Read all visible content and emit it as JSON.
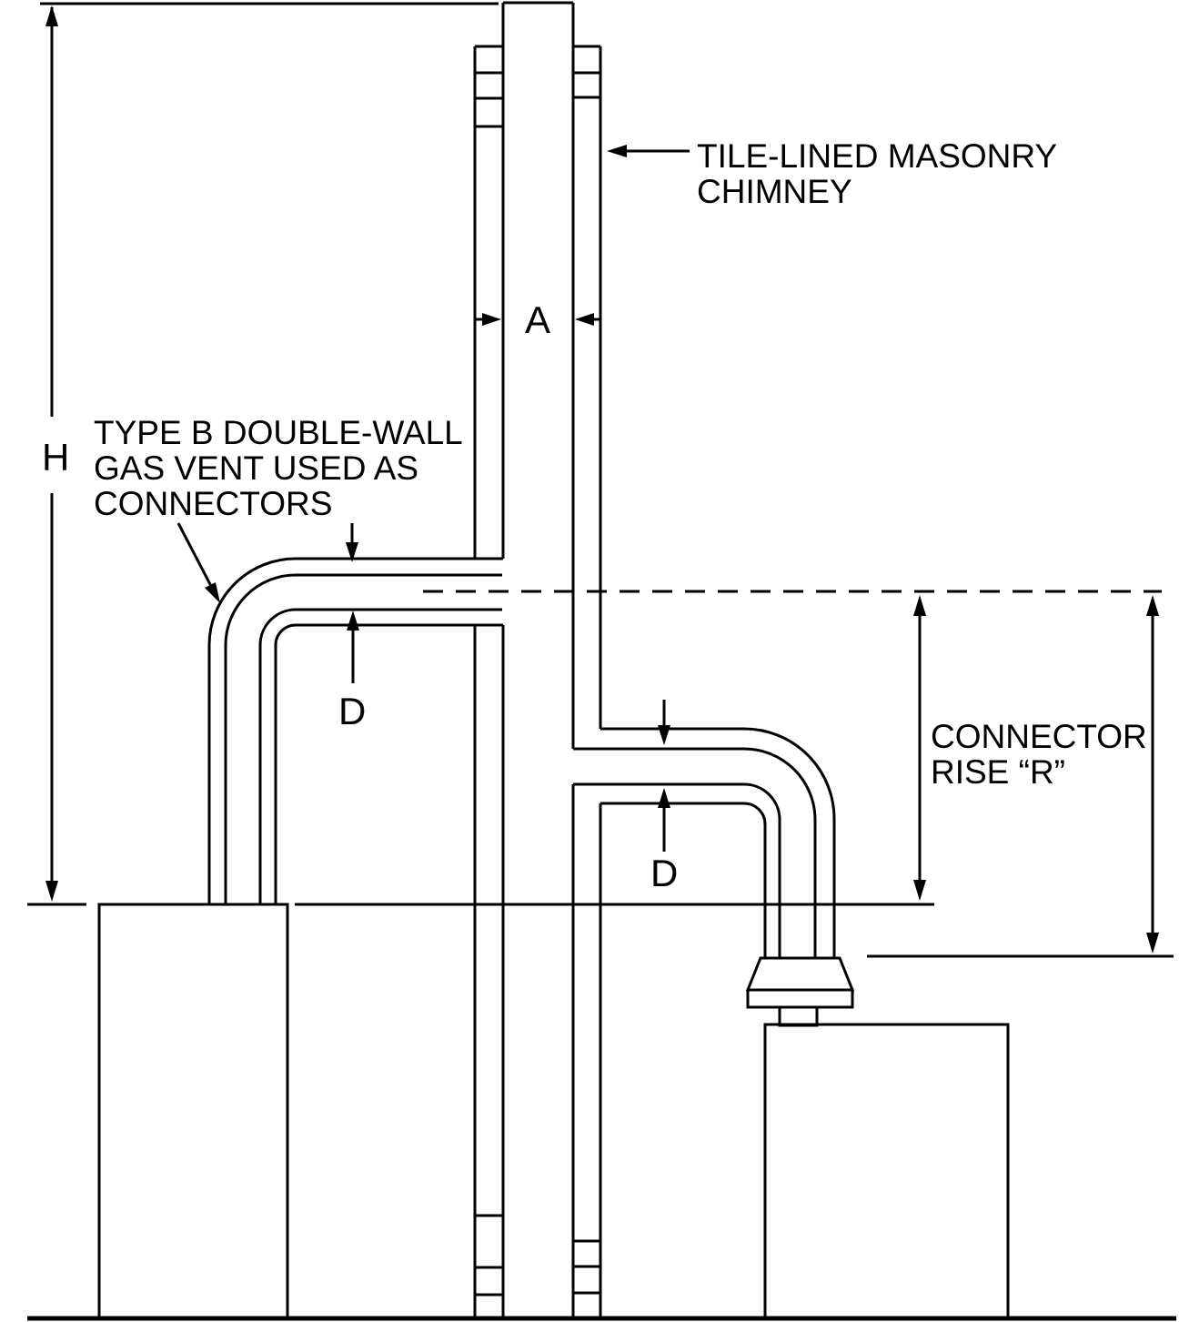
{
  "colors": {
    "background": "#ffffff",
    "line": "#000000",
    "text": "#000000"
  },
  "labels": {
    "chimney_line1": "TILE-LINED MASONRY",
    "chimney_line2": "CHIMNEY",
    "vent_line1": "TYPE B DOUBLE-WALL",
    "vent_line2": "GAS VENT USED AS",
    "vent_line3": "CONNECTORS",
    "rise_line1": "CONNECTOR",
    "rise_line2": "RISE “R”",
    "dim_h": "H",
    "dim_a": "A",
    "dim_d_upper": "D",
    "dim_d_lower": "D"
  }
}
